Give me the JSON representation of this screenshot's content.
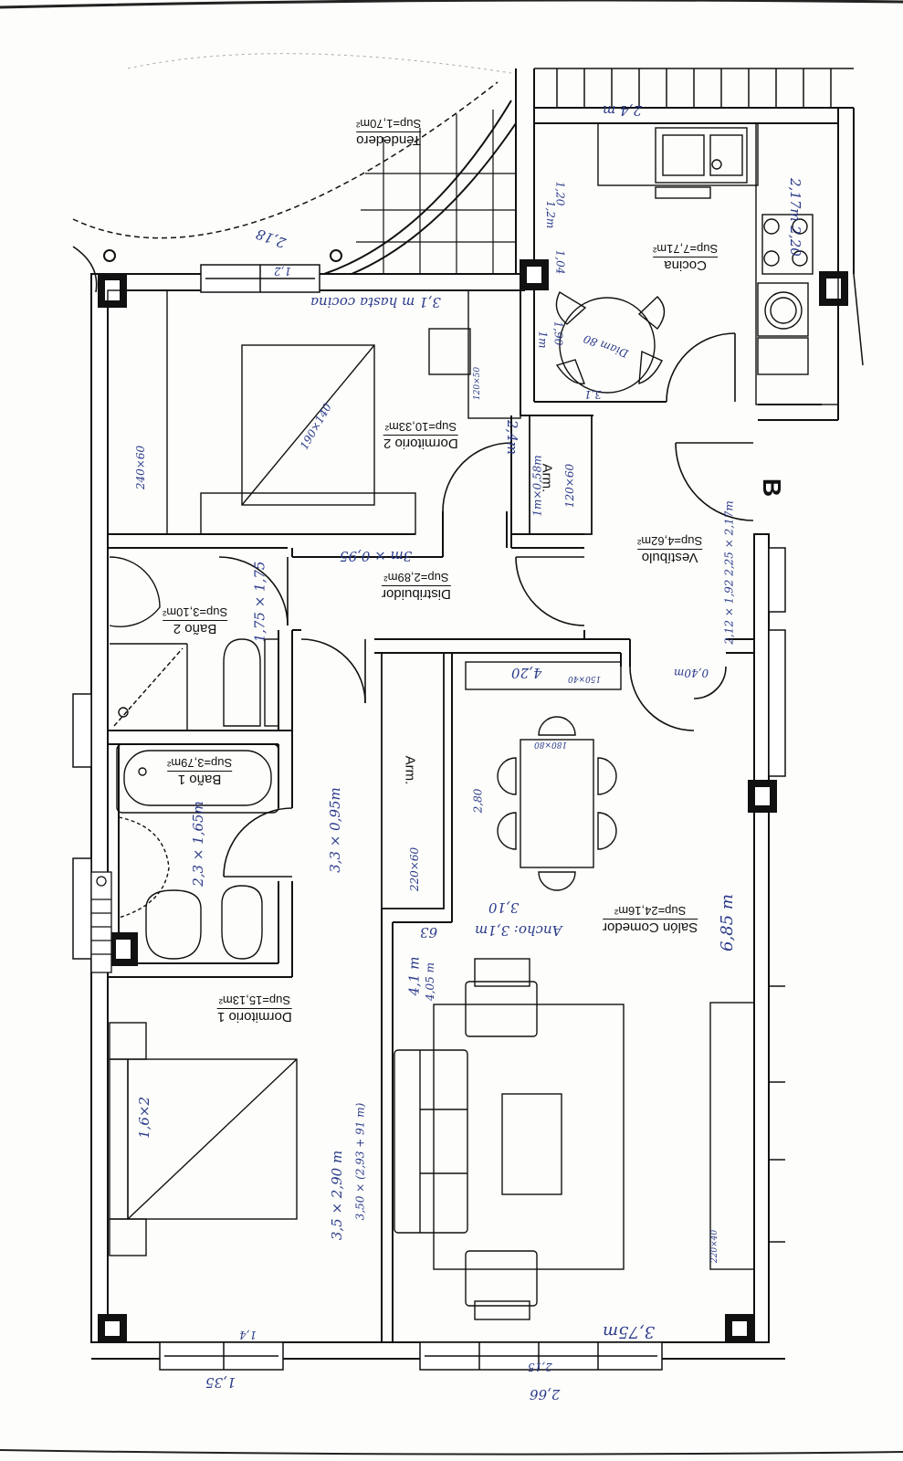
{
  "rooms": {
    "tendedero": {
      "name": "Tendedero",
      "area": "Sup=1,70m²"
    },
    "cocina": {
      "name": "Cocina",
      "area": "Sup=7,71m²"
    },
    "dormitorio2": {
      "name": "Dormitorio 2",
      "area": "Sup=10,33m²"
    },
    "vestibulo": {
      "name": "Vestíbulo",
      "area": "Sup=4,62m²"
    },
    "distribuidor": {
      "name": "Distribuidor",
      "area": "Sup=2,89m²"
    },
    "bano2": {
      "name": "Baño 2",
      "area": "Sup=3,10m²"
    },
    "bano1": {
      "name": "Baño 1",
      "area": "Sup=3,79m²"
    },
    "salon": {
      "name": "Salón Comedor",
      "area": "Sup=24,16m²"
    },
    "dormitorio1": {
      "name": "Dormitorio 1",
      "area": "Sup=15,13m²"
    },
    "armario_vest": {
      "name": "Arm."
    },
    "armario_pasillo": {
      "name": "Arm."
    }
  },
  "marker": "B",
  "annotations": {
    "coc_top": "2,4 m",
    "coc_right": "2,17m 2,20",
    "coc_1_2": "1,2m",
    "coc_1_20": "1,20",
    "coc_1_04": "1,04",
    "coc_1m": "1m",
    "coc_1_90": "1,90",
    "coc_table": "Diam 80",
    "coc_bottom": "3,1",
    "tend_dim": "2,18",
    "tend_1_2": "1,2",
    "dorm2_top": "3,1 m hasta cocina",
    "dorm2_bed": "190×140",
    "dorm2_side": "240×60",
    "dorm2_desk": "120×50",
    "dorm2_2_4": "2,4m",
    "arm_vest_1": "1m×0,58m",
    "arm_vest_2": "120×60",
    "vest_dims": "2,12 × 1,92  2,25 × 2,17m",
    "vest_door": "0,40m",
    "dist_dims": "3m × 0,95",
    "bano2_dims": "1,75 × 1,75",
    "pasillo_dims": "3,3 × 0,95m",
    "bano1_dims": "2,3 × 1,65m",
    "arm_pas": "220×60",
    "dorm1_bed": "1,6×2",
    "dorm1_dims": "3,5 × 2,90 m",
    "dorm1_dims2": "3,50 × (2,93 + 91 m)",
    "dorm1_bottom": "1,35",
    "sal_4_20": "4,20",
    "sal_shelf": "150×40",
    "sal_table": "180×80",
    "sal_2_80": "2,80",
    "sal_ancho": "Ancho: 3,1m",
    "sal_3_10": "3,10",
    "sal_63": "63",
    "sal_4_1": "4,1 m",
    "sal_4_05": "4,05 m",
    "sal_len": "6,85 m",
    "sal_bottom": "3,75m",
    "sal_2_15": "2,15",
    "sal_bottom2": "2,66",
    "sal_sofa": "220×40",
    "win_1_4": "1,4"
  },
  "colors": {
    "line": "#111111",
    "hand": "#2a3a8a",
    "paper": "#fdfdfb",
    "wall": "#ffffff"
  }
}
